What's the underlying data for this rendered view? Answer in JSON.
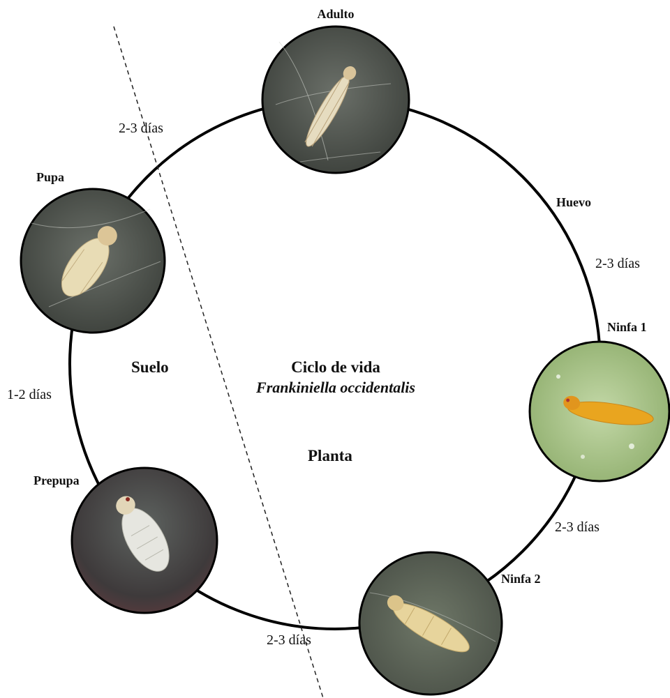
{
  "title": "Ciclo de vida",
  "species": "Frankiniella occidentalis",
  "zones": {
    "soil": "Suelo",
    "plant": "Planta"
  },
  "stages": {
    "adult": "Adulto",
    "egg": "Huevo",
    "nymph1": "Ninfa 1",
    "nymph2": "Ninfa 2",
    "prepupa": "Prepupa",
    "pupa": "Pupa"
  },
  "durations": {
    "pupa_to_adult": "2-3 días",
    "egg_to_nymph1": "2-3 días",
    "nymph1_to_nymph2": "2-3 días",
    "nymph2_to_prepupa": "2-3 días",
    "prepupa_to_pupa": "1-2 días"
  },
  "colors": {
    "cycle_line": "#000000",
    "photo_dark_background": "#4a4f47",
    "photo_leaf_green": "#a8c48a",
    "nymph1_body": "#e9a51f",
    "insect_pale": "#e8dcb5"
  }
}
